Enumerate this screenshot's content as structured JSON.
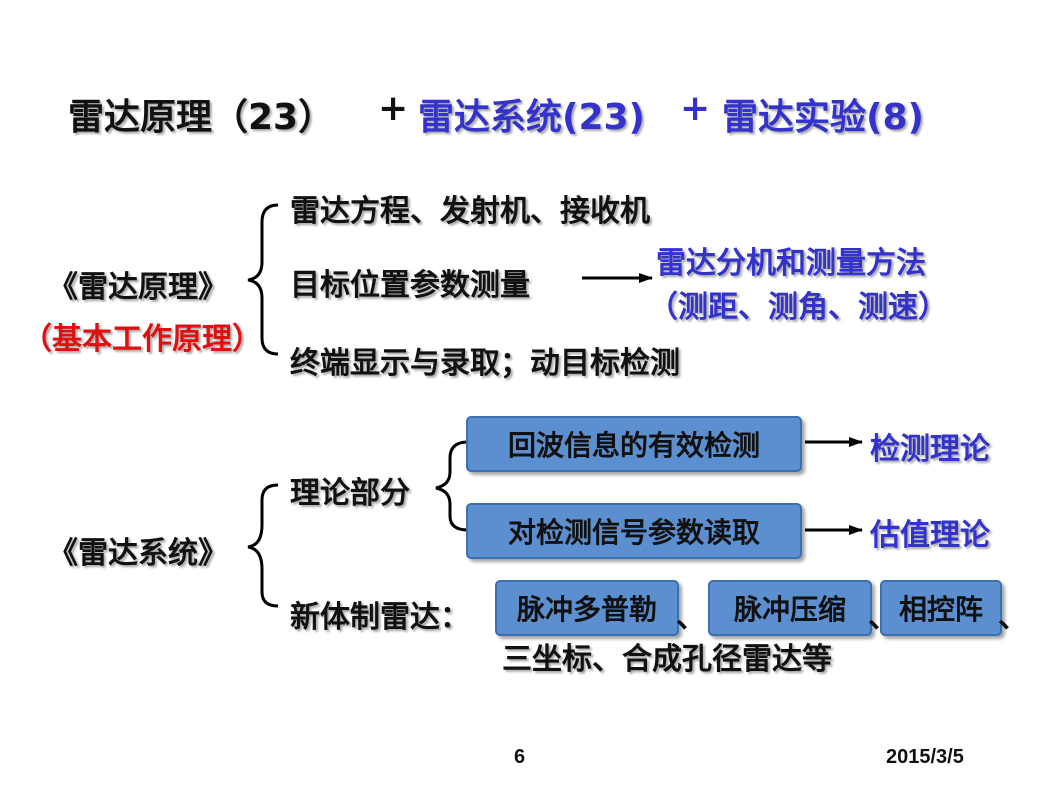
{
  "title": {
    "part1": "雷达原理（23）",
    "plus1": "+",
    "part2": "雷达系统(23)",
    "plus2": "+",
    "part3": "雷达实验(8)"
  },
  "principle": {
    "label": "《雷达原理》",
    "sublabel": "（基本工作原理）",
    "items": [
      "雷达方程、发射机、接收机",
      "目标位置参数测量",
      "终端显示与录取；动目标检测"
    ],
    "result_line1": "雷达分机和测量方法",
    "result_line2": "（测距、测角、测速）"
  },
  "system": {
    "label": "《雷达系统》",
    "theory_label": "理论部分",
    "theory_boxes": [
      "回波信息的有效检测",
      "对检测信号参数读取"
    ],
    "theory_results": [
      "检测理论",
      "估值理论"
    ],
    "new_radar_label": "新体制雷达：",
    "new_radar_boxes": [
      "脉冲多普勒",
      "脉冲压缩",
      "相控阵"
    ],
    "sep": "、",
    "new_radar_line2": "三坐标、合成孔径雷达等"
  },
  "footer": {
    "page": "6",
    "date": "2015/3/5"
  },
  "colors": {
    "blue_text": "#3333cc",
    "red_text": "#e01010",
    "box_fill": "#5b8fd0"
  }
}
